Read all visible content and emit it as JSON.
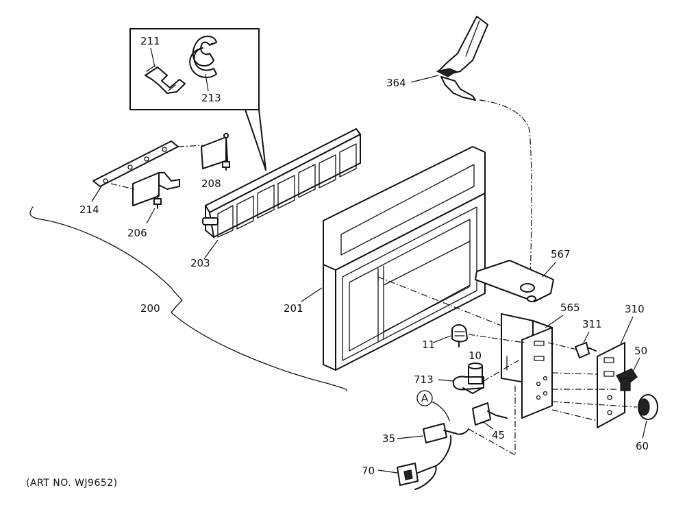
{
  "caption": "(ART NO. WJ9652)",
  "callout_circle": "A",
  "labels": {
    "p211": "211",
    "p213": "213",
    "p214": "214",
    "p206": "206",
    "p208": "208",
    "p203": "203",
    "p200": "200",
    "p201": "201",
    "p364": "364",
    "p567": "567",
    "p565": "565",
    "p311": "311",
    "p310": "310",
    "p50": "50",
    "p11": "11",
    "p10": "10",
    "p713": "713",
    "p35": "35",
    "p45": "45",
    "p60": "60",
    "p70": "70"
  }
}
